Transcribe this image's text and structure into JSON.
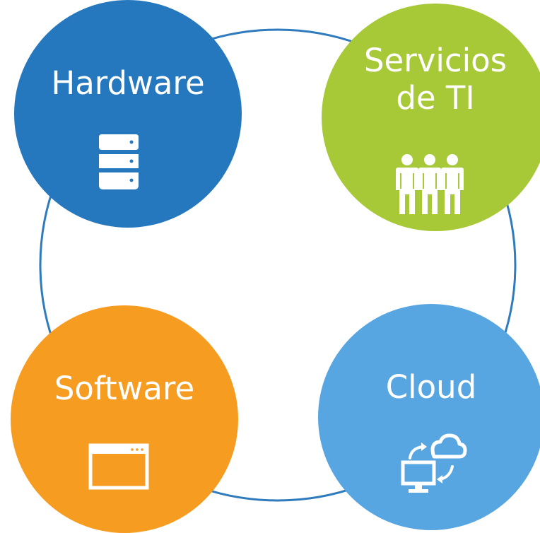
{
  "colors": {
    "ring": "#2f7bbd",
    "hardware": "#2578be",
    "it_services": "#a8c937",
    "software": "#f69c21",
    "cloud": "#58a6e1",
    "text": "#ffffff"
  },
  "nodes": {
    "hardware": {
      "label": "Hardware",
      "icon": "database-server-icon"
    },
    "it_services": {
      "label_line1": "Servicios",
      "label_line2": "de TI",
      "icon": "people-group-icon"
    },
    "software": {
      "label": "Software",
      "icon": "browser-window-icon"
    },
    "cloud": {
      "label": "Cloud",
      "icon": "cloud-sync-monitor-icon"
    }
  }
}
